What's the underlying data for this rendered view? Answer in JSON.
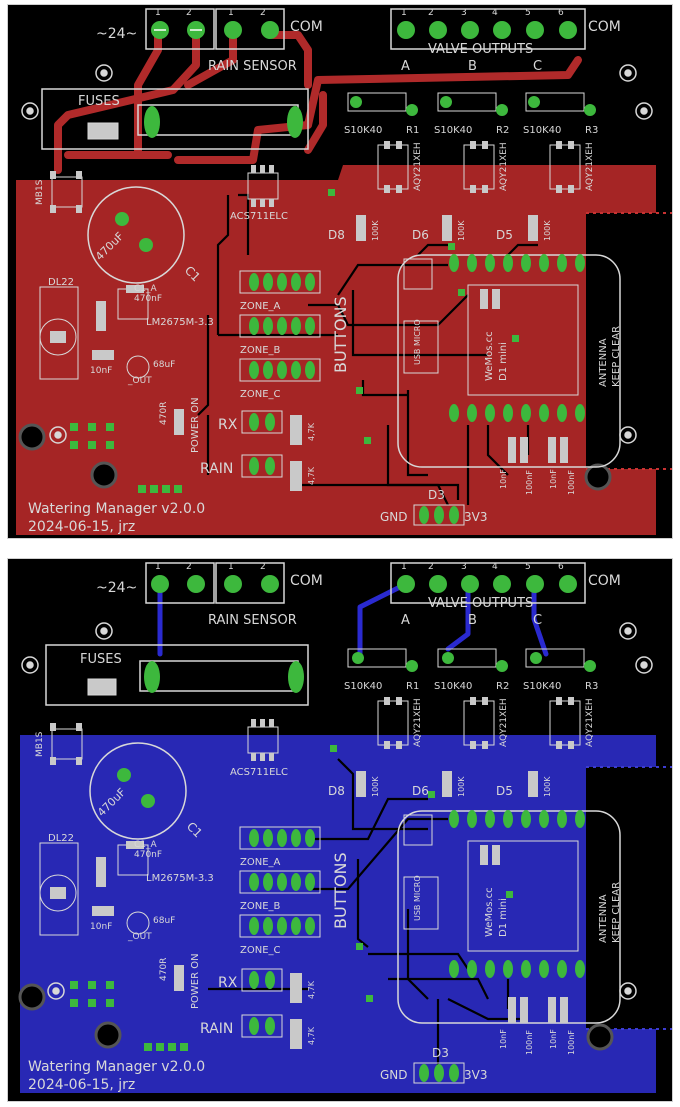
{
  "colors": {
    "top_copper": "#a52525",
    "bottom_copper": "#2828b4",
    "top_trace": "#b02a2a",
    "bottom_trace": "#2a2ad0",
    "pad": "#3db83d",
    "silkscreen": "#d8d8d8",
    "board_bg": "#000000",
    "outline_dots": "#c83232"
  },
  "top_view": {
    "label_power_in": "~24~",
    "label_com_left": "COM",
    "label_rain_sensor": "RAIN SENSOR",
    "label_valve_outputs": "VALVE OUTPUTS",
    "label_com_right": "COM",
    "label_a": "A",
    "label_b": "B",
    "label_c": "C",
    "label_fuses": "FUSES",
    "label_mb1": "MB1S",
    "label_acs": "ACS711ELC",
    "label_s10k40_1": "S10K40",
    "label_s10k40_2": "S10K40",
    "label_s10k40_3": "S10K40",
    "label_r1": "R1",
    "label_r2": "R2",
    "label_r3": "R3",
    "label_aqy1": "AQY21XEH",
    "label_aqy2": "AQY21XEH",
    "label_aqy3": "AQY21XEH",
    "label_d8": "D8",
    "label_d6": "D6",
    "label_d5": "D5",
    "label_100k_1": "100K",
    "label_100k_2": "100K",
    "label_100k_3": "100K",
    "label_cap_big": "470uF",
    "label_c1": "C1",
    "label_dl22": "DL22",
    "label_c1a": "C1_A",
    "label_470nf": "470nF",
    "label_lm2675": "LM2675M-3.3",
    "label_10nf": "10nF",
    "label_68uf": "68uF",
    "label_out": "_OUT",
    "label_470r": "470R",
    "label_power_on": "POWER ON",
    "label_zone_a": "ZONE_A",
    "label_zone_b": "ZONE_B",
    "label_zone_c": "ZONE_C",
    "label_buttons": "BUTTONS",
    "label_rx": "RX",
    "label_rain": "RAIN",
    "label_47k_1": "4,7K",
    "label_47k_2": "4,7K",
    "label_usb": "USB MICRO",
    "label_wemos": "WeMos.cc",
    "label_d1": "D1 mini",
    "label_antenna": "ANTENNA",
    "label_keep_clear": "KEEP CLEAR",
    "label_100nf_1": "100nF",
    "label_100nf_2": "100nF",
    "label_10nf_1": "10nF",
    "label_10nf_2": "10nF",
    "label_d3": "D3",
    "label_gnd": "GND",
    "label_3v3": "3V3",
    "label_title": "Watering Manager v2.0.0",
    "label_date": "2024-06-15, jrz"
  },
  "bottom_view": {
    "label_power_in": "~24~",
    "label_com_left": "COM",
    "label_rain_sensor": "RAIN SENSOR",
    "label_valve_outputs": "VALVE OUTPUTS",
    "label_com_right": "COM",
    "label_a": "A",
    "label_b": "B",
    "label_c": "C",
    "label_fuses": "FUSES",
    "label_mb1": "MB1S",
    "label_acs": "ACS711ELC",
    "label_s10k40_1": "S10K40",
    "label_s10k40_2": "S10K40",
    "label_s10k40_3": "S10K40",
    "label_r1": "R1",
    "label_r2": "R2",
    "label_r3": "R3",
    "label_aqy1": "AQY21XEH",
    "label_aqy2": "AQY21XEH",
    "label_aqy3": "AQY21XEH",
    "label_d8": "D8",
    "label_d6": "D6",
    "label_d5": "D5",
    "label_100k_1": "100K",
    "label_100k_2": "100K",
    "label_100k_3": "100K",
    "label_cap_big": "470uF",
    "label_c1": "C1",
    "label_dl22": "DL22",
    "label_c1a": "C1_A",
    "label_470nf": "470nF",
    "label_lm2675": "LM2675M-3.3",
    "label_10nf": "10nF",
    "label_68uf": "68uF",
    "label_out": "_OUT",
    "label_470r": "470R",
    "label_power_on": "POWER ON",
    "label_zone_a": "ZONE_A",
    "label_zone_b": "ZONE_B",
    "label_zone_c": "ZONE_C",
    "label_buttons": "BUTTONS",
    "label_rx": "RX",
    "label_rain": "RAIN",
    "label_47k_1": "4,7K",
    "label_47k_2": "4,7K",
    "label_usb": "USB MICRO",
    "label_wemos": "WeMos.cc",
    "label_d1": "D1 mini",
    "label_antenna": "ANTENNA",
    "label_keep_clear": "KEEP CLEAR",
    "label_100nf_1": "100nF",
    "label_100nf_2": "100nF",
    "label_10nf_1": "10nF",
    "label_10nf_2": "10nF",
    "label_d3": "D3",
    "label_gnd": "GND",
    "label_3v3": "3V3",
    "label_title": "Watering Manager v2.0.0",
    "label_date": "2024-06-15, jrz"
  },
  "terminal_numbers": {
    "one": "1",
    "two": "2",
    "three": "3",
    "four": "4",
    "five": "5",
    "six": "6"
  }
}
